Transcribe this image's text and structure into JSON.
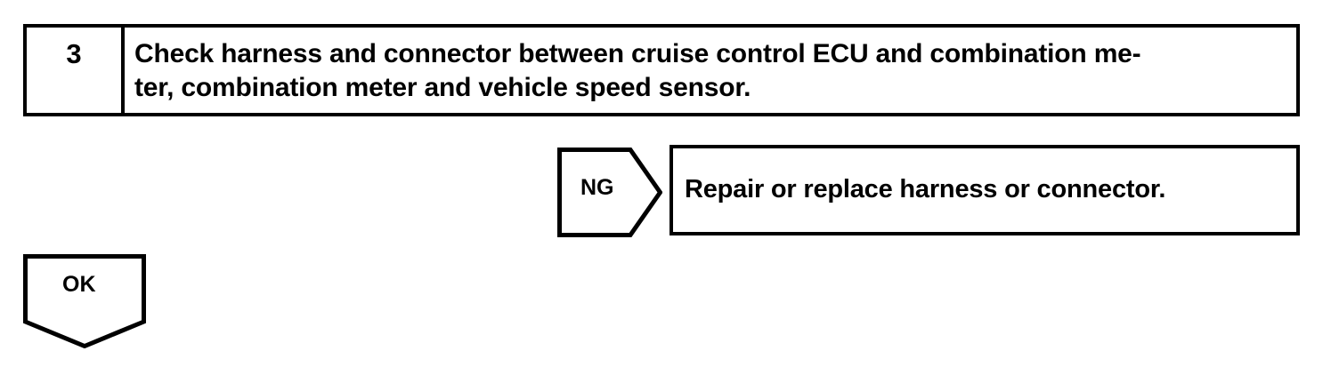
{
  "document": {
    "type": "troubleshooting-flowchart",
    "colors": {
      "ink": "#000000",
      "background": "#ffffff"
    }
  },
  "step": {
    "number": "3",
    "instruction_line_1": "Check harness and connector between cruise control ECU and combination me-",
    "instruction_line_2": "ter, combination meter and vehicle speed sensor.",
    "instruction_full": "Check harness and connector between cruise control ECU and combination meter, combination meter and vehicle speed sensor."
  },
  "branches": {
    "ng": {
      "label": "NG",
      "shape": "right-pointing-pentagon-arrow",
      "action_text": "Repair or replace harness or connector."
    },
    "ok": {
      "label": "OK",
      "shape": "down-pointing-pentagon-arrow"
    }
  }
}
